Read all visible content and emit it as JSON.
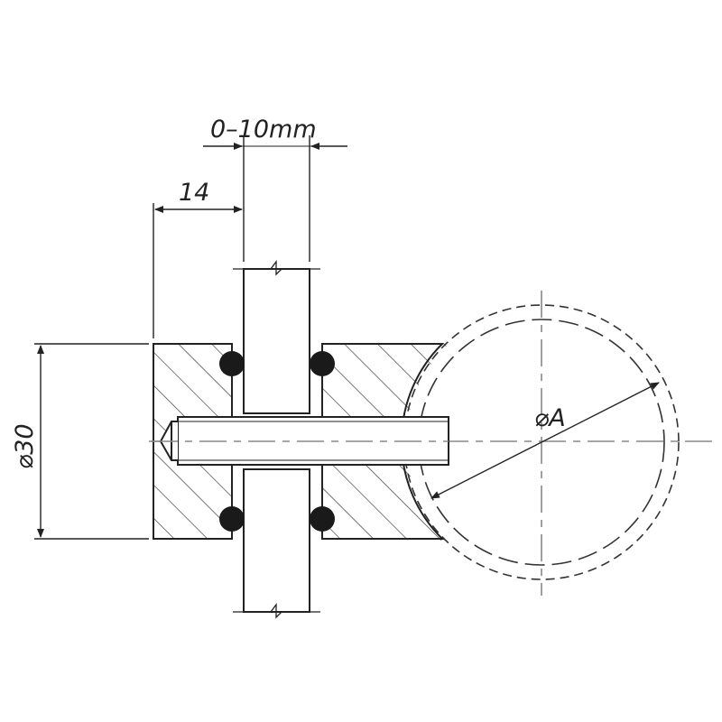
{
  "dimensions": {
    "gap": "0–10mm",
    "offset": "14",
    "diameter_clamp": "⌀30",
    "diameter_tube": "⌀A"
  },
  "colors": {
    "line": "#222222",
    "centerline": "#888888"
  }
}
